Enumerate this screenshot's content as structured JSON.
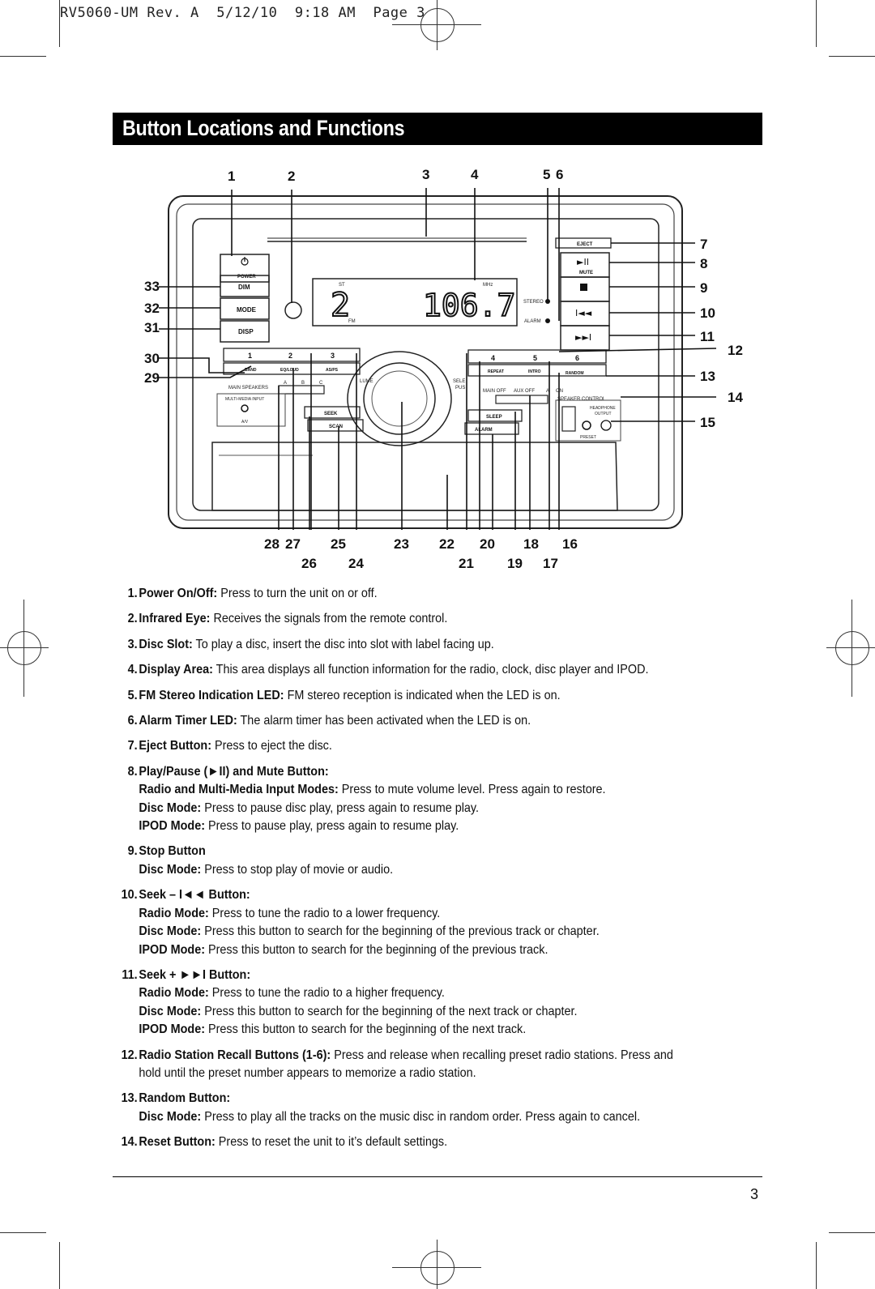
{
  "header": {
    "slug": "RV5060-UM Rev. A  5/12/10  9:18 AM  Page 3"
  },
  "title": "Button Locations and Functions",
  "diagram": {
    "callouts_top": [
      "1",
      "2",
      "3",
      "4",
      "5",
      "6"
    ],
    "callouts_right": [
      "7",
      "8",
      "9",
      "10",
      "11",
      "12",
      "13",
      "14",
      "15"
    ],
    "callouts_left": [
      "33",
      "32",
      "31",
      "30",
      "29"
    ],
    "callouts_bottom_row1": [
      "28",
      "27",
      "25",
      "23",
      "22",
      "20",
      "18",
      "16"
    ],
    "callouts_bottom_row2": [
      "26",
      "24",
      "21",
      "19",
      "17"
    ],
    "display_text": {
      "channel": "2",
      "frequency": "106.7",
      "st": "ST",
      "mhz": "MHz",
      "fm": "FM"
    },
    "labels": {
      "power": "POWER",
      "dim": "DIM",
      "mode": "MODE",
      "disp": "DISP",
      "eject": "EJECT",
      "mute": "MUTE",
      "stereo": "STEREO",
      "alarm_led": "ALARM",
      "band": "BAND",
      "eq_loud": "EQ/LOUD",
      "as_ps": "AS/PS",
      "repeat": "REPEAT",
      "intro": "INTRO",
      "random": "RANDOM",
      "p1": "1",
      "p2": "2",
      "p3": "3",
      "p4": "4",
      "p5": "5",
      "p6": "6",
      "main_speakers": "MAIN SPEAKERS",
      "multi_media_input": "MULTI-MEDIA INPUT",
      "av": "A/V",
      "seek": "SEEK",
      "scan": "SCAN",
      "sleep": "SLEEP",
      "alarm": "ALARM",
      "volume": "LUME",
      "select": "SELE",
      "push": "PUS",
      "main_off": "MAIN OFF",
      "aux_off": "AUX OFF",
      "a_on": "A",
      "on": "ON",
      "speaker_control": "SPEAKER CONTROL",
      "headphone": "HEADPHONE",
      "output": "OUTPUT",
      "preset": "PRESET",
      "sw_a": "A",
      "sw_b": "B",
      "sw_c": "C"
    }
  },
  "items": [
    {
      "num": "1.",
      "title": "Power On/Off:",
      "text": "Press to turn the unit on or off."
    },
    {
      "num": "2.",
      "title": "Infrared Eye:",
      "text": "Receives the signals from the remote control."
    },
    {
      "num": "3.",
      "title": "Disc Slot:",
      "text": "To play a disc, insert the disc into slot with label facing up."
    },
    {
      "num": "4.",
      "title": "Display Area:",
      "text": "This area displays all function information for the radio, clock, disc player and IPOD."
    },
    {
      "num": "5.",
      "title": "FM Stereo Indication LED:",
      "text": "FM stereo reception is indicated when the LED is on."
    },
    {
      "num": "6.",
      "title": "Alarm Timer LED:",
      "text": "The alarm timer has been activated when the LED is on."
    },
    {
      "num": "7.",
      "title": "Eject Button:",
      "text": "Press to eject the disc."
    },
    {
      "num": "8.",
      "title": "Play/Pause (►II) and Mute Button:",
      "text": "",
      "subs": [
        {
          "label": "Radio and Multi-Media Input Modes:",
          "text": "Press to mute volume level. Press again to restore."
        },
        {
          "label": "Disc Mode:",
          "text": "Press to pause disc play, press again to resume play."
        },
        {
          "label": "IPOD Mode:",
          "text": "Press to pause play, press again to resume play."
        }
      ]
    },
    {
      "num": "9.",
      "title": "Stop Button",
      "text": "",
      "subs": [
        {
          "label": "Disc Mode:",
          "text": "Press to stop play of movie or audio."
        }
      ]
    },
    {
      "num": "10.",
      "title": "Seek –  I◄◄ Button:",
      "text": "",
      "subs": [
        {
          "label": "Radio Mode:",
          "text": "Press to tune the radio to a lower frequency."
        },
        {
          "label": "Disc Mode:",
          "text": "Press this button to search for the beginning of the previous track or chapter."
        },
        {
          "label": "IPOD Mode:",
          "text": "Press this button to search for the beginning of the previous track."
        }
      ]
    },
    {
      "num": "11.",
      "title": "Seek +  ►►I Button:",
      "text": "",
      "subs": [
        {
          "label": "Radio Mode:",
          "text": "Press to tune the radio to a higher frequency."
        },
        {
          "label": "Disc Mode:",
          "text": "Press this button to search for the beginning of the next track or chapter."
        },
        {
          "label": "IPOD Mode:",
          "text": "Press this button to search for the beginning of the next track."
        }
      ]
    },
    {
      "num": "12.",
      "title": "Radio Station Recall Buttons (1-6):",
      "text": "Press and release when recalling preset radio stations. Press and hold until the preset number appears to memorize a radio station."
    },
    {
      "num": "13.",
      "title": "Random Button:",
      "text": "",
      "subs": [
        {
          "label": "Disc Mode:",
          "text": "Press to play all the tracks on the music disc in random order. Press again to cancel."
        }
      ]
    },
    {
      "num": "14.",
      "title": "Reset Button:",
      "text": "Press to reset the unit to it’s default settings."
    }
  ],
  "footer": {
    "page_number": "3"
  }
}
